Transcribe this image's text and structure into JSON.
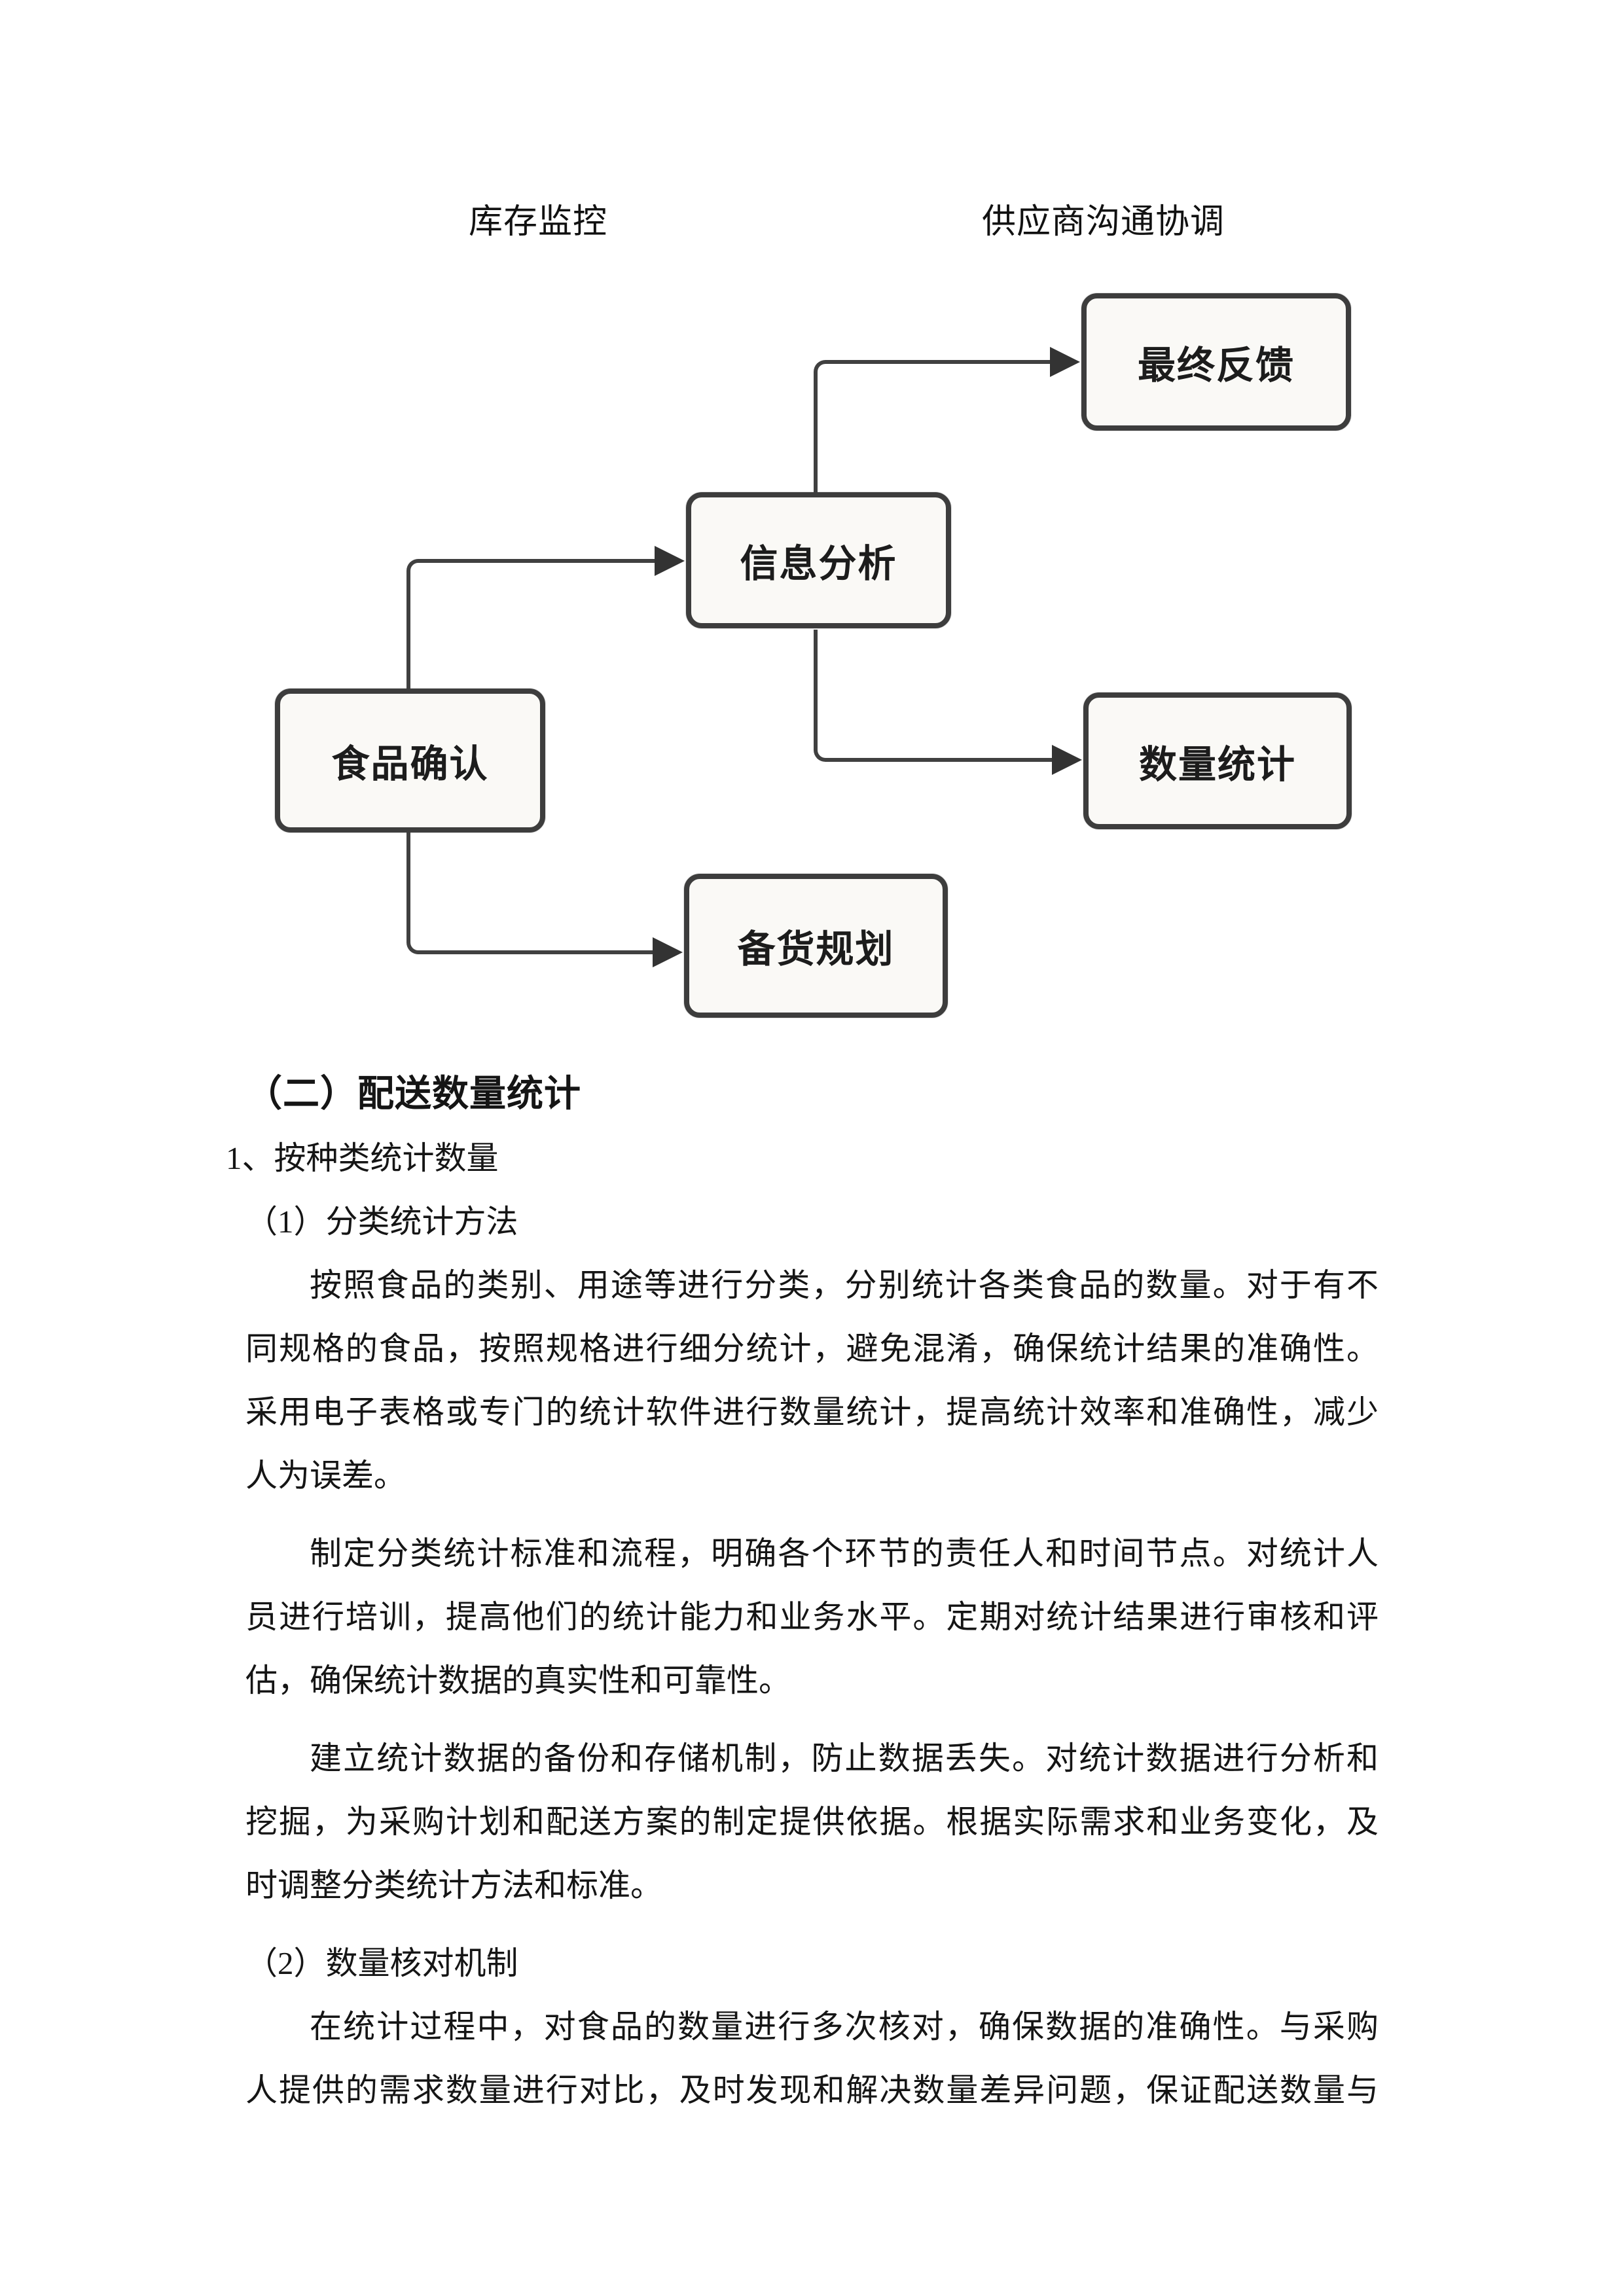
{
  "diagram": {
    "labels": {
      "inventory": "库存监控",
      "supplier": "供应商沟通协调"
    },
    "nodes": {
      "food_confirm": "食品确认",
      "info_analysis": "信息分析",
      "final_feedback": "最终反馈",
      "quantity_stats": "数量统计",
      "stock_plan": "备货规划"
    },
    "colors": {
      "node_border": "#3d3d3d",
      "node_fill": "#faf9f6",
      "connector": "#404040",
      "arrow": "#333333"
    }
  },
  "document": {
    "heading": "（二）配送数量统计",
    "sub_num": "1、按种类统计数量",
    "sub_1": "（1）分类统计方法",
    "sub_2": "（2）数量核对机制",
    "lines": [
      "按照食品的类别、用途等进行分类，分别统计各类食品的数量。对于有不",
      "同规格的食品，按照规格进行细分统计，避免混淆，确保统计结果的准确性。",
      "采用电子表格或专门的统计软件进行数量统计，提高统计效率和准确性，减少",
      "人为误差。",
      "制定分类统计标准和流程，明确各个环节的责任人和时间节点。对统计人",
      "员进行培训，提高他们的统计能力和业务水平。定期对统计结果进行审核和评",
      "估，确保统计数据的真实性和可靠性。",
      "建立统计数据的备份和存储机制，防止数据丢失。对统计数据进行分析和",
      "挖掘，为采购计划和配送方案的制定提供依据。根据实际需求和业务变化，及",
      "时调整分类统计方法和标准。",
      "在统计过程中，对食品的数量进行多次核对，确保数据的准确性。与采购",
      "人提供的需求数量进行对比，及时发现和解决数量差异问题，保证配送数量与"
    ]
  }
}
